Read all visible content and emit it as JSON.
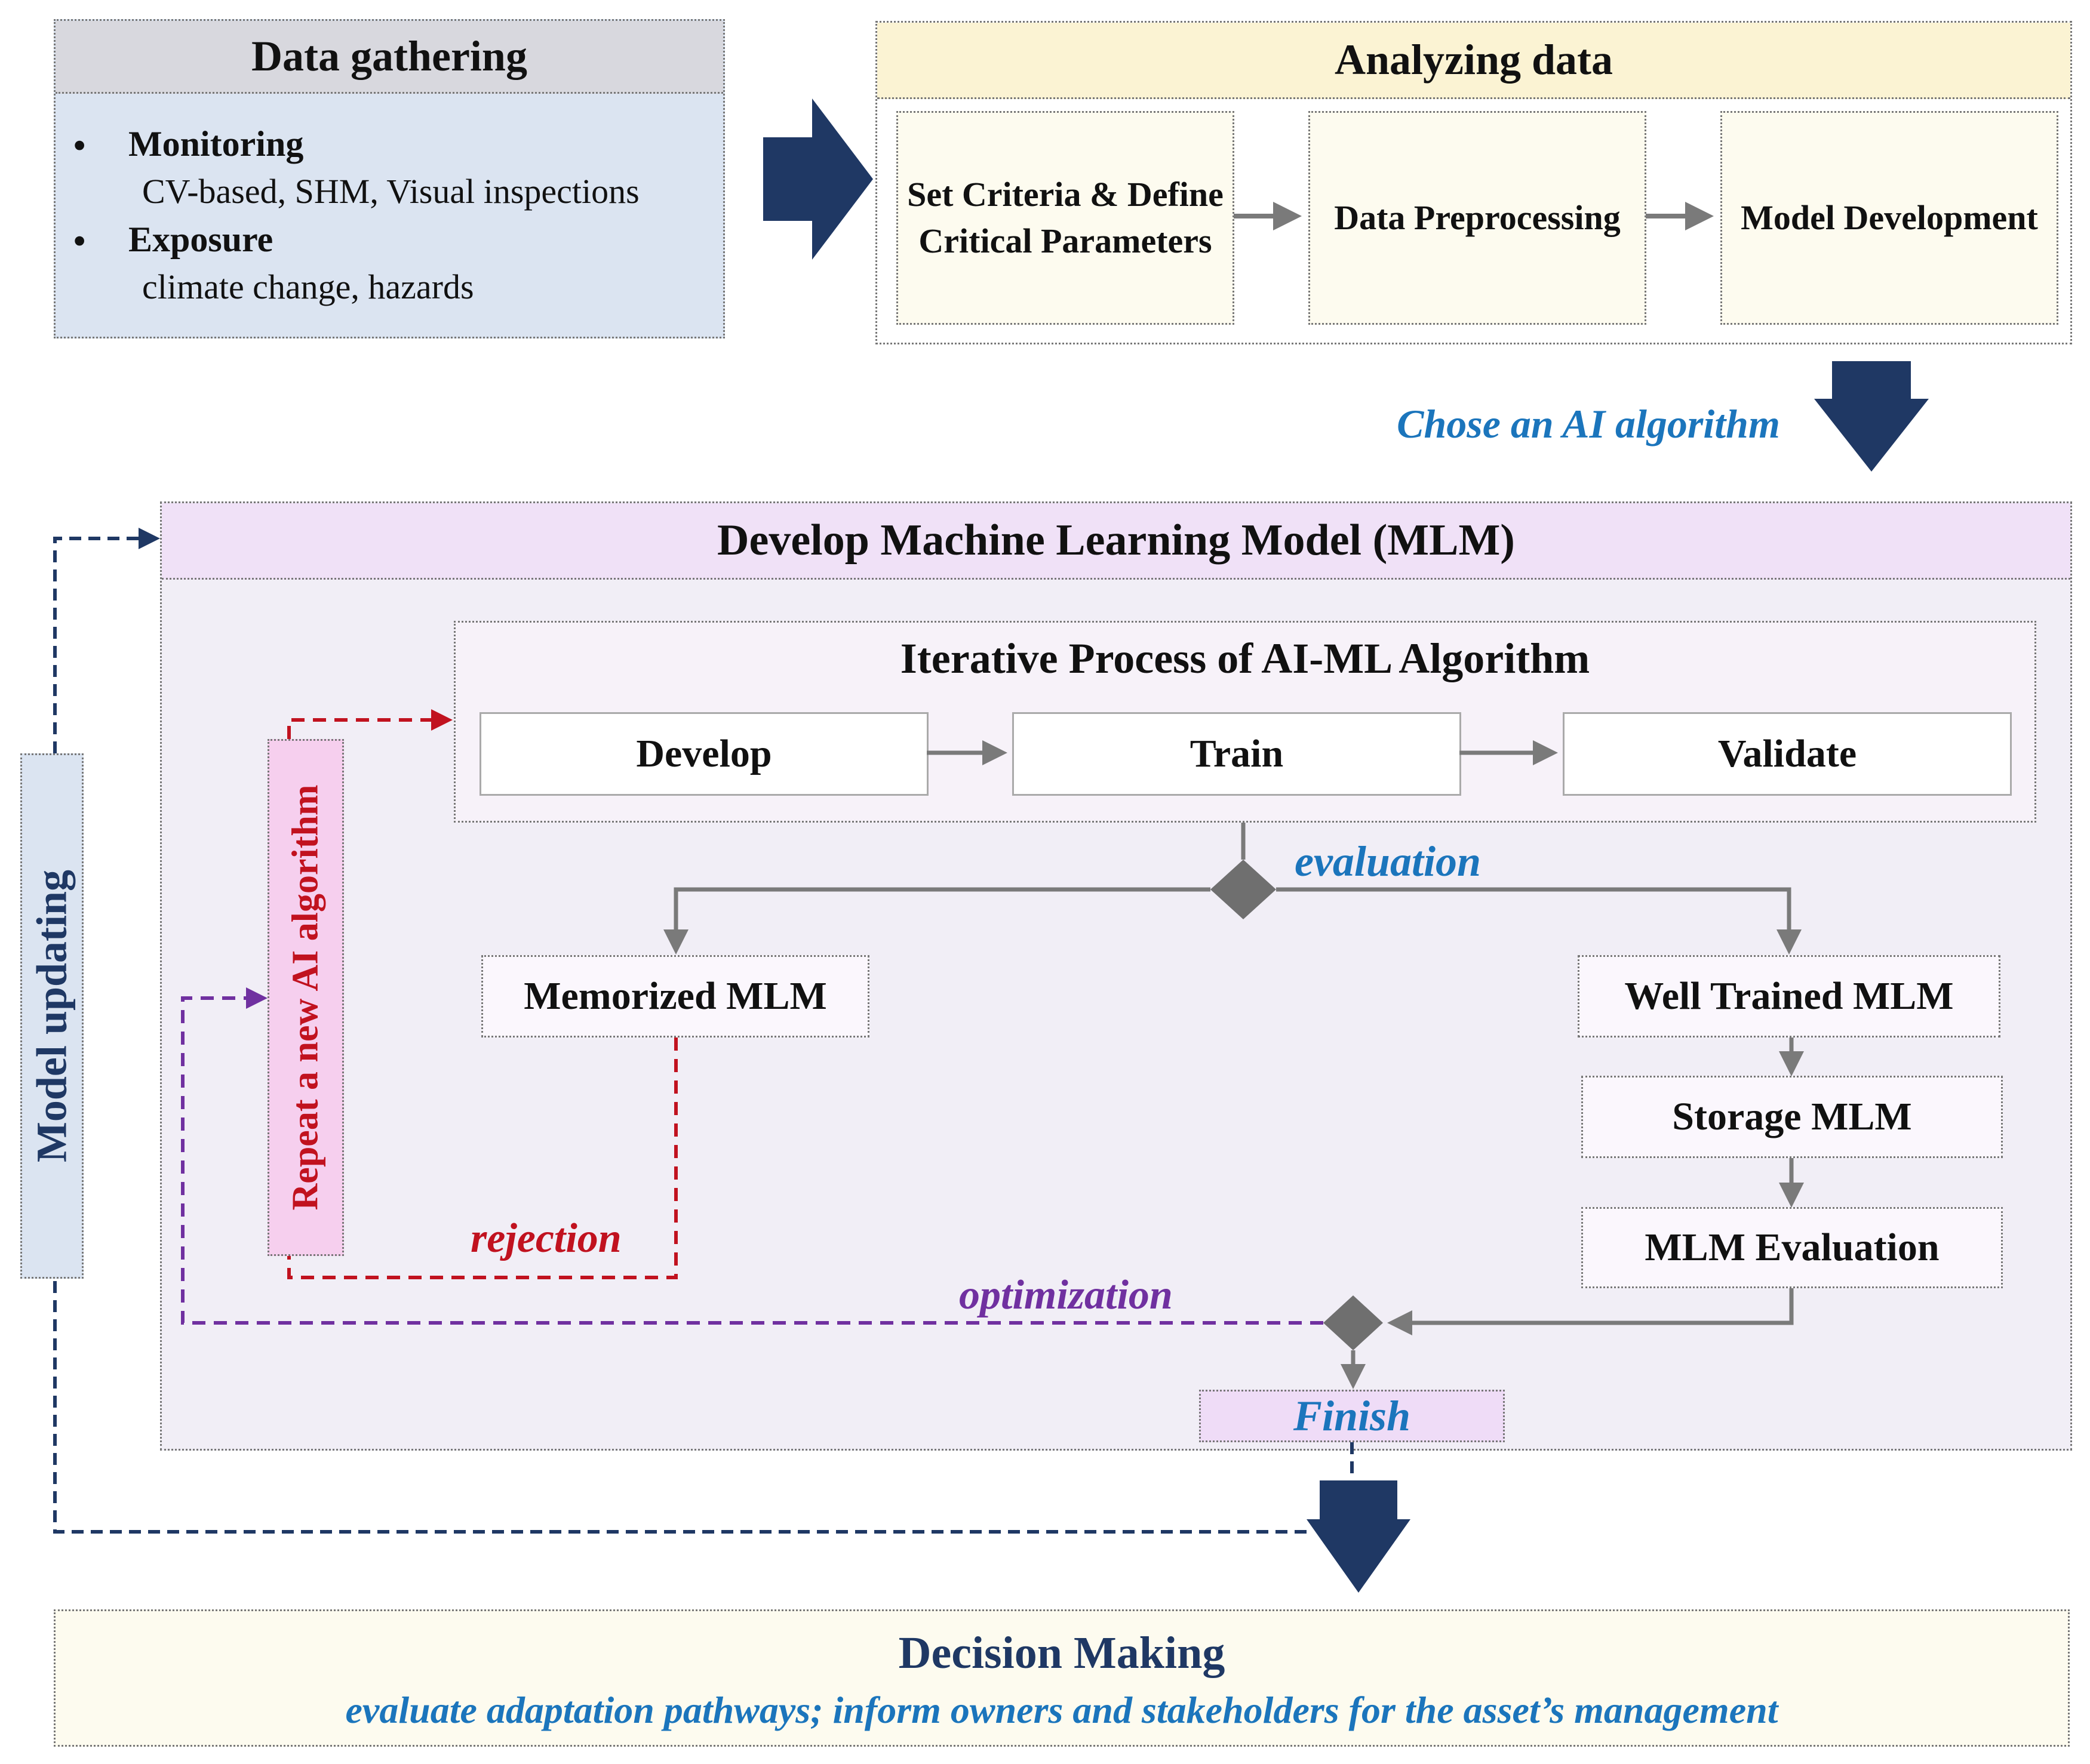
{
  "data_gathering": {
    "title": "Data gathering",
    "bullet": "•",
    "items": [
      {
        "label": "Monitoring",
        "detail": "CV-based, SHM, Visual inspections"
      },
      {
        "label": "Exposure",
        "detail": "climate change, hazards"
      }
    ]
  },
  "analyzing_data": {
    "title": "Analyzing data",
    "steps": [
      "Set Criteria & Define Critical Parameters",
      "Data Preprocessing",
      "Model Development"
    ]
  },
  "choose_label": "Chose an AI algorithm",
  "mlm": {
    "title": "Develop Machine Learning Model (MLM)",
    "iterative": {
      "title": "Iterative Process of AI-ML Algorithm",
      "steps": [
        "Develop",
        "Train",
        "Validate"
      ]
    },
    "evaluation_label": "evaluation",
    "memorized": "Memorized MLM",
    "well_trained": "Well Trained MLM",
    "storage": "Storage MLM",
    "mlm_evaluation": "MLM Evaluation",
    "rejection_label": "rejection",
    "optimization_label": "optimization",
    "finish": "Finish",
    "repeat": "Repeat a new AI algorithm"
  },
  "model_updating": "Model updating",
  "decision": {
    "title": "Decision Making",
    "subtitle": "evaluate adaptation pathways; inform owners and stakeholders for the asset’s management"
  },
  "colors": {
    "navy": "#1f3864",
    "blue_text": "#1b75bc",
    "red": "#c1121f",
    "purple": "#7030a0",
    "gray_arrow": "#7a7a7a"
  }
}
